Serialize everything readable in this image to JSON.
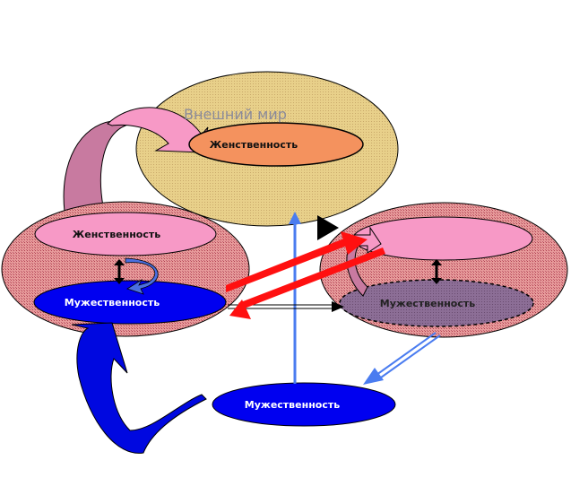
{
  "diagram": {
    "outer_world": {
      "label": "Внешний мир",
      "fill": "#e8d08a",
      "inner": {
        "label": "Женственность",
        "fill": "#f4925e"
      }
    },
    "left_psyche": {
      "fill": "#d98a8a",
      "top": {
        "label": "Женственность",
        "fill": "#f799c6"
      },
      "bottom": {
        "label": "Мужественность",
        "fill": "#0000f0"
      }
    },
    "right_psyche": {
      "fill": "#d98a8a",
      "top": {
        "label": "",
        "fill": "#f799c6"
      },
      "bottom": {
        "label": "Мужественность",
        "fill": "#8c6e96",
        "border": "dashed"
      }
    },
    "external_masculinity": {
      "label": "Мужественность",
      "fill": "#0000f0"
    },
    "colors": {
      "red_arrow": "#ff1010",
      "blue_arrow": "#4a7cf0",
      "pink_arrow": "#f799c6",
      "mauve_arrow": "#c87aa0",
      "big_blue_arrow": "#0008e0"
    }
  }
}
